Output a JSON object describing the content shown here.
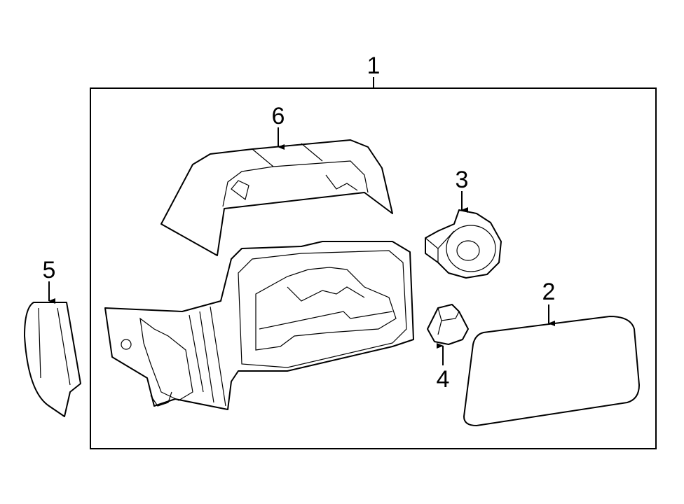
{
  "diagram": {
    "callouts": {
      "assembly": "1",
      "mirror_glass": "2",
      "lamp": "3",
      "bulb": "4",
      "cover": "5",
      "cap": "6"
    }
  }
}
